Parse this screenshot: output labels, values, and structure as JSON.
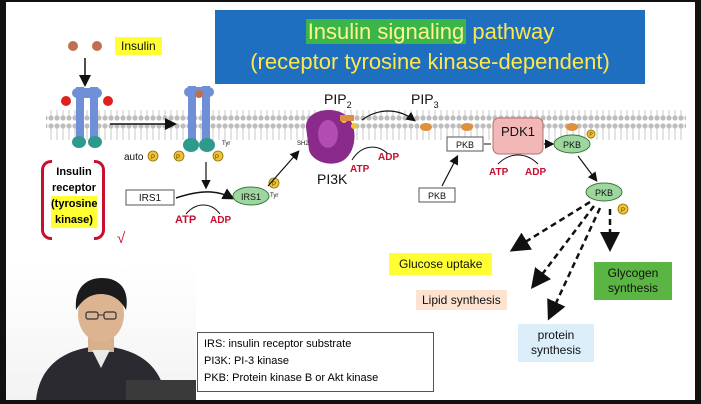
{
  "title": {
    "highlight": "Insulin signaling",
    "line1_rest": " pathway",
    "line2": "(receptor tyrosine kinase-dependent)"
  },
  "labels": {
    "insulin": "Insulin",
    "receptor_line1": "Insulin",
    "receptor_line2": "receptor",
    "receptor_line3": "(tyrosine",
    "receptor_line4": "kinase)",
    "auto": "auto",
    "p": "P",
    "tyr": "Tyr",
    "irs1": "IRS1",
    "atp": "ATP",
    "adp": "ADP",
    "sh2": "SH2",
    "pi3k": "PI3K",
    "pip2": "PIP",
    "pip2_sub": "2",
    "pip3": "PIP",
    "pip3_sub": "3",
    "pkb": "PKB",
    "pdk1": "PDK1",
    "check": "√"
  },
  "outcomes": {
    "glucose": "Glucose uptake",
    "lipid": "Lipid synthesis",
    "protein_line1": "protein",
    "protein_line2": "synthesis",
    "glycogen_line1": "Glycogen",
    "glycogen_line2": "synthesis"
  },
  "legend": [
    "IRS: insulin receptor substrate",
    "PI3K: PI-3 kinase",
    "PKB: Protein kinase B or Akt kinase"
  ],
  "colors": {
    "title_bg": "#1f6fc0",
    "title_text": "#ffe74a",
    "highlight_yellow": "#ffff33",
    "atp_adp_red": "#c8102e",
    "receptor_blue": "#6f8fd6",
    "pi3k_purple": "#8a2a8a",
    "pkb_green": "#9fd6a0",
    "pdk1_pink": "#f2b8b8"
  }
}
